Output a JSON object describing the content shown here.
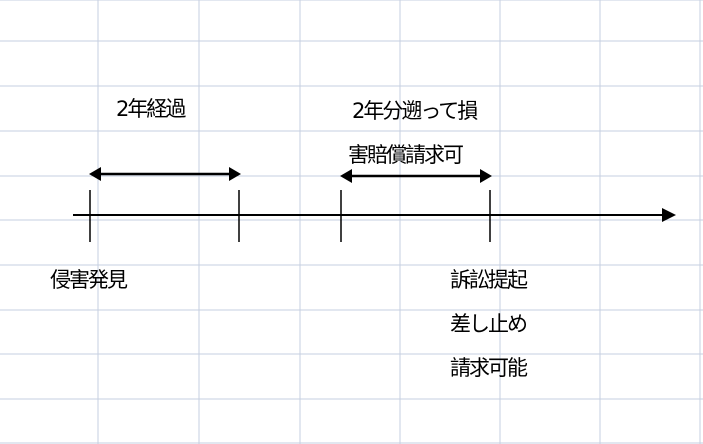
{
  "labels": {
    "elapsed": "2年経過",
    "retro_line1": "2年分遡って損",
    "retro_line2": "害賠償請求可",
    "discovery": "侵害発見",
    "lawsuit_line1": "訴訟提起",
    "lawsuit_line2": "差し止め",
    "lawsuit_line3": "請求可能"
  },
  "colors": {
    "grid": "#c6cfe0",
    "ink": "#000000",
    "background": "#ffffff"
  }
}
